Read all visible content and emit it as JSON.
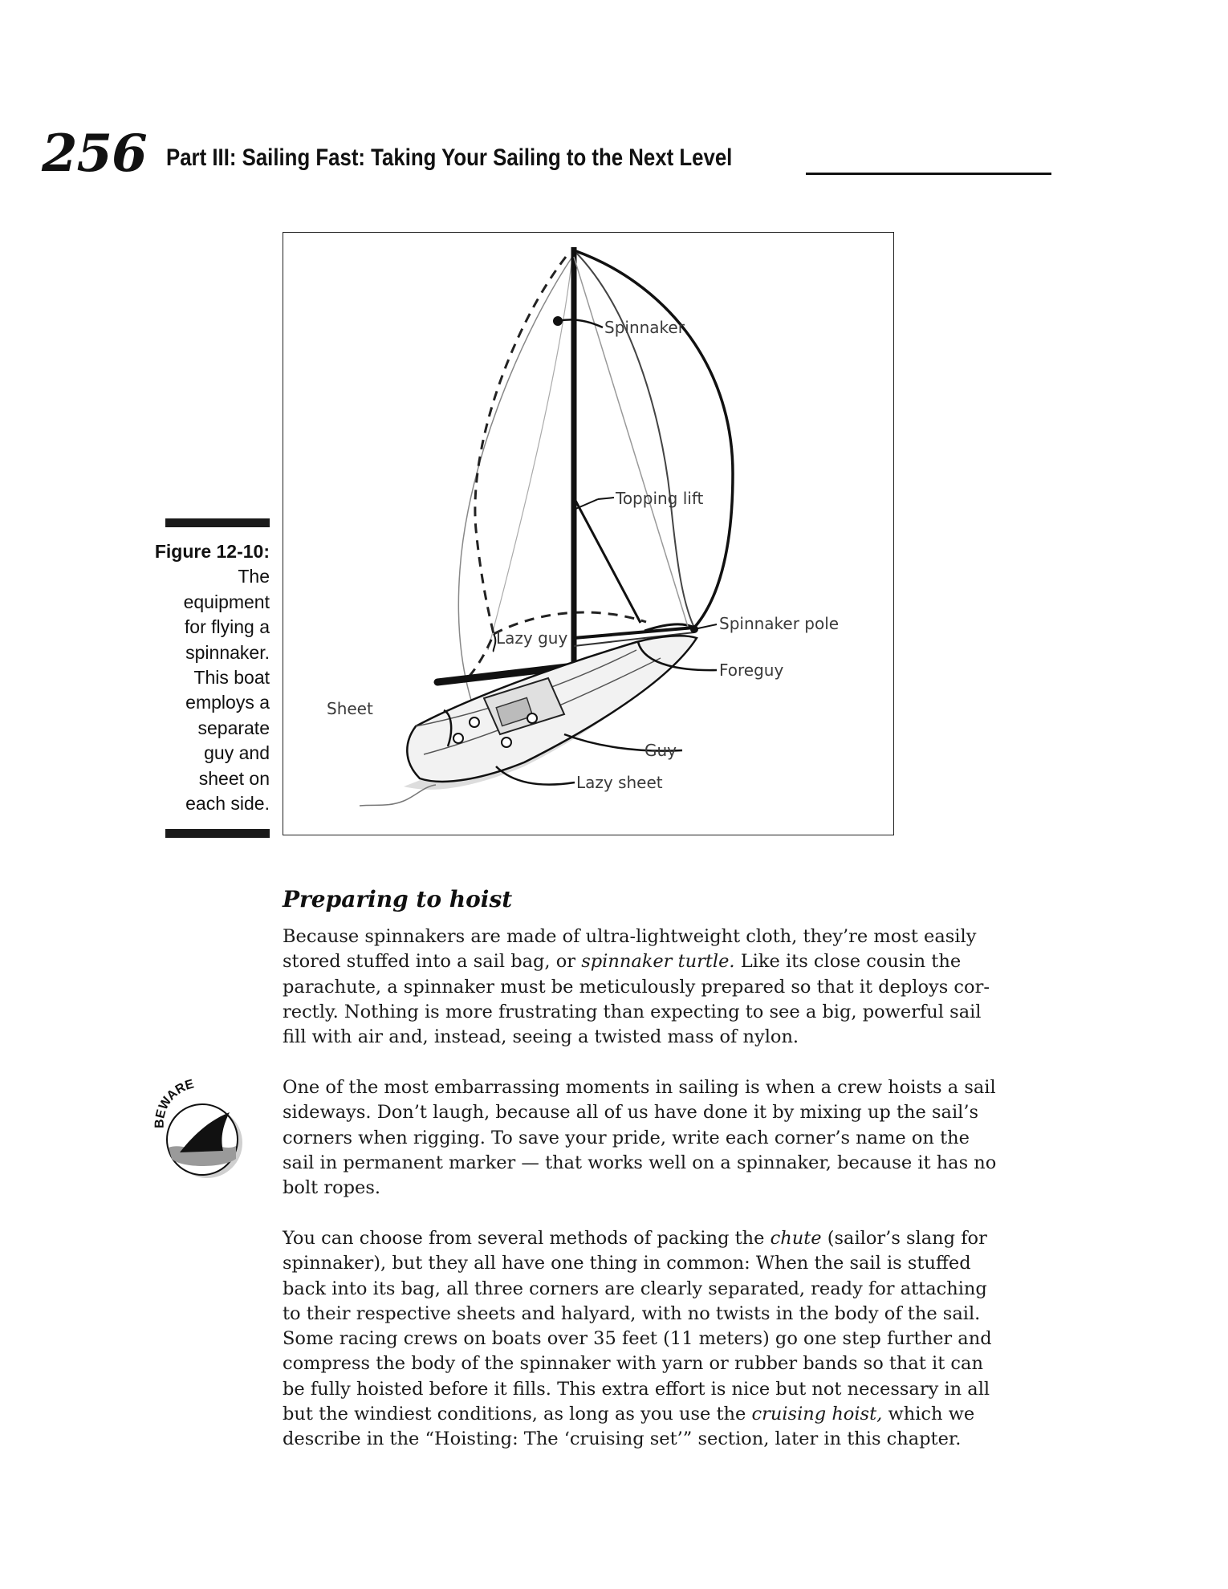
{
  "header": {
    "page_number": "256",
    "running_title": "Part III: Sailing Fast: Taking Your Sailing to the Next Level"
  },
  "figure": {
    "labels": {
      "spinnaker": "Spinnaker",
      "topping_lift": "Topping lift",
      "spinnaker_pole": "Spinnaker pole",
      "lazy_guy": "Lazy guy",
      "foreguy": "Foreguy",
      "sheet": "Sheet",
      "guy": "Guy",
      "lazy_sheet": "Lazy sheet"
    },
    "caption": {
      "label": "Figure 12-10:",
      "lines": [
        "The",
        "equipment",
        "for flying a",
        "spinnaker.",
        "This boat",
        "employs a",
        "separate",
        "guy and",
        "sheet on",
        "each side."
      ]
    }
  },
  "icon": {
    "name": "beware-icon",
    "text": "BEWARE"
  },
  "section": {
    "heading": "Preparing to hoist"
  },
  "paragraphs": {
    "p1": {
      "l1": "Because spinnakers are made of ultra-lightweight cloth, they’re most easily",
      "l2a": "stored stuffed into a sail bag, or ",
      "l2em": "spinnaker turtle.",
      "l2b": " Like its close cousin the",
      "l3": "parachute, a spinnaker must be meticulously prepared so that it deploys cor-",
      "l4": "rectly. Nothing is more frustrating than expecting to see a big, powerful sail",
      "l5": "fill with air and, instead, seeing a twisted mass of nylon."
    },
    "p2": {
      "l1": "One of the most embarrassing moments in sailing is when a crew hoists a sail",
      "l2": "sideways. Don’t laugh, because all of us have done it by mixing up the sail’s",
      "l3": "corners when rigging. To save your pride, write each corner’s name on the",
      "l4": "sail in permanent marker — that works well on a spinnaker, because it has no",
      "l5": "bolt ropes."
    },
    "p3": {
      "l1a": "You can choose from several methods of packing the ",
      "l1em": "chute",
      "l1b": " (sailor’s slang for",
      "l2": "spinnaker), but they all have one thing in common: When the sail is stuffed",
      "l3": "back into its bag, all three corners are clearly separated, ready for attaching",
      "l4": "to their respective sheets and halyard, with no twists in the body of the sail.",
      "l5": "Some racing crews on boats over 35 feet (11 meters) go one step further and",
      "l6": "compress the body of the spinnaker with yarn or rubber bands so that it can",
      "l7": "be fully hoisted before it fills. This extra effort is nice but not necessary in all",
      "l8a": "but the windiest conditions, as long as you use the ",
      "l8em": "cruising hoist,",
      "l8b": " which we",
      "l9": "describe in the “Hoisting: The ‘cruising set’” section, later in this chapter."
    }
  }
}
